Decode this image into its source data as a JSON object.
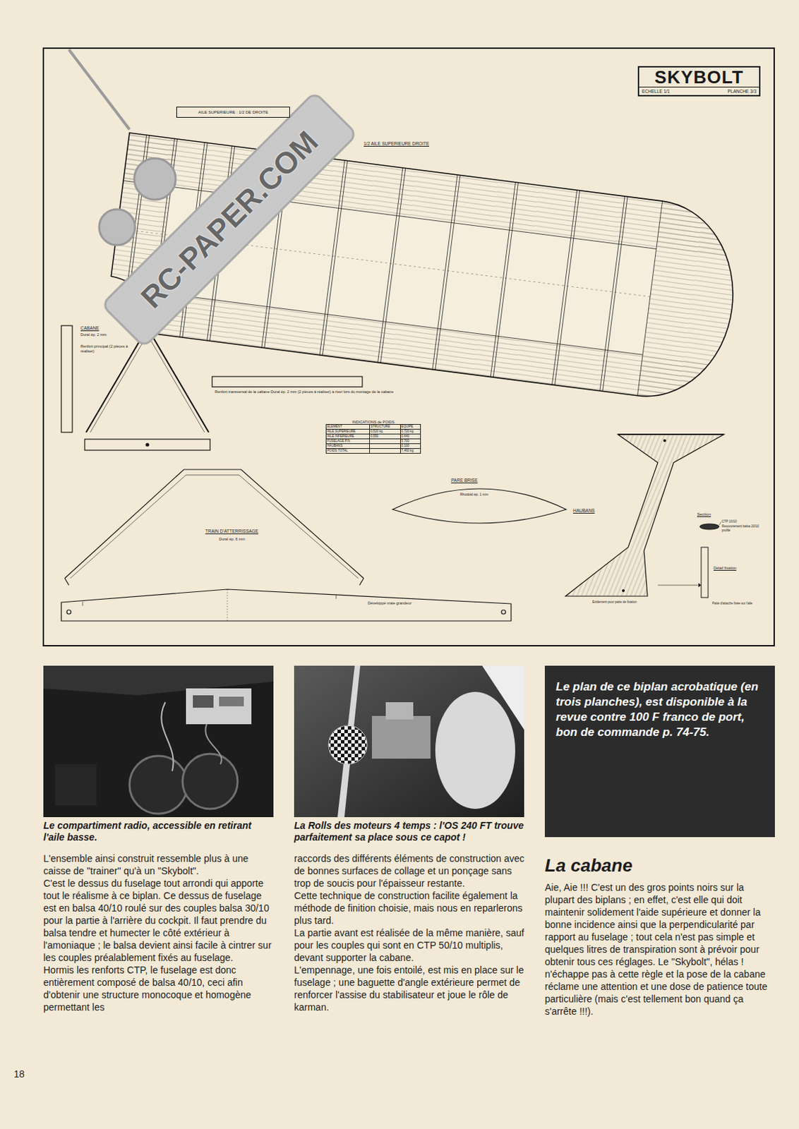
{
  "diagram": {
    "nodes": [
      {
        "text": [
          "SKYBOLT",
          "ECHELLE 1/1",
          "PLANCHE 3/3"
        ]
      },
      {
        "text": [
          "AILE SUPERIEURE : 1/2 DE DROITE"
        ]
      },
      {
        "text": [
          "Le plan de ce biplan acrobatique (en trois planches), est disponible à la revue contre 100 F franco de port, bon de commande p. 74-75."
        ]
      }
    ],
    "labels": [
      "1/2 AILE SUPERIEURE DROITE",
      "RC-PAPER.COM",
      "CABANE",
      "Dural ép. 2 mm",
      "Renfort principal (2 pièces à réaliser)",
      "Renfort transversal de la cabane Dural ép. 2 mm (2 pièces à réaliser) à river lors du montage de la cabane",
      "INDICATIONS de POIDS",
      "ELEMENT",
      "STRUCTURE",
      "EQUIPE",
      "AILE SUPERIEURE",
      "0,520 kg",
      "0,720 kg",
      "AILE INFERIEURE",
      "0,550",
      "0,640",
      "FUSELAGE P.N.",
      "5,700",
      "HAUBANS",
      "0,100",
      "POIDS TOTAL",
      "7,460 kg",
      "PARE BRISE",
      "Rhodoid ép. 1 mm",
      "TRAIN D'ATTERRISSAGE",
      "Dural ép. 6 mm",
      "Développé vraie grandeur",
      "HAUBANS",
      "Section",
      "CTP 10/10",
      "Recouvrement balsa 20/10 profilé",
      "Détail fixation",
      "Evidement pour patte de fixation",
      "Patte d'attache fixée sur l'aile",
      "Le compartiment radio, accessible en retirant l'aile basse.",
      "La Rolls des moteurs 4 temps : l'OS 240 FT trouve parfaitement sa place sous ce capot !",
      "L'ensemble ainsi construit ressemble plus à une caisse de \"trainer\" qu'à un \"Skybolt\".",
      "C'est le dessus du fuselage tout arrondi qui apporte tout le réalisme à ce biplan. Ce dessus de fuselage est en balsa 40/10 roulé sur des couples balsa 30/10 pour la partie à l'arrière du cockpit. Il faut prendre du balsa tendre et humecter le côté extérieur à l'amoniaque ; le balsa devient ainsi facile à cintrer sur les couples préalablement fixés au fuselage.",
      "Hormis les renforts CTP, le fuselage est donc entièrement composé de balsa 40/10, ceci afin d'obtenir une structure monocoque et homogène permettant les",
      "raccords des différents éléments de construction avec de bonnes surfaces de collage et un ponçage sans trop de soucis pour l'épaisseur restante.",
      "Cette technique de construction facilite également la méthode de finition choisie, mais nous en reparlerons plus tard.",
      "La partie avant est réalisée de la même manière, sauf pour les couples qui sont en CTP 50/10 multiplis, devant supporter la cabane.",
      "L'empennage, une fois entoilé, est mis en place sur le fuselage ; une baguette d'angle extérieure permet de renforcer l'assise du stabilisateur et joue le rôle de karman.",
      "La cabane",
      "Aie, Aie !!! C'est un des gros points noirs sur la plupart des biplans ; en effet, c'est elle qui doit maintenir solidement l'aide supérieure et donner la bonne incidence ainsi que la perpendicularité par rapport au fuselage ; tout cela n'est pas simple et quelques litres de transpiration sont à prévoir pour obtenir tous ces réglages. Le \"Skybolt\", hélas ! n'échappe pas à cette règle et la pose de la cabane réclame une attention et une dose de patience toute particulière (mais c'est tellement bon quand ça s'arrête !!!).",
      "18"
    ]
  }
}
